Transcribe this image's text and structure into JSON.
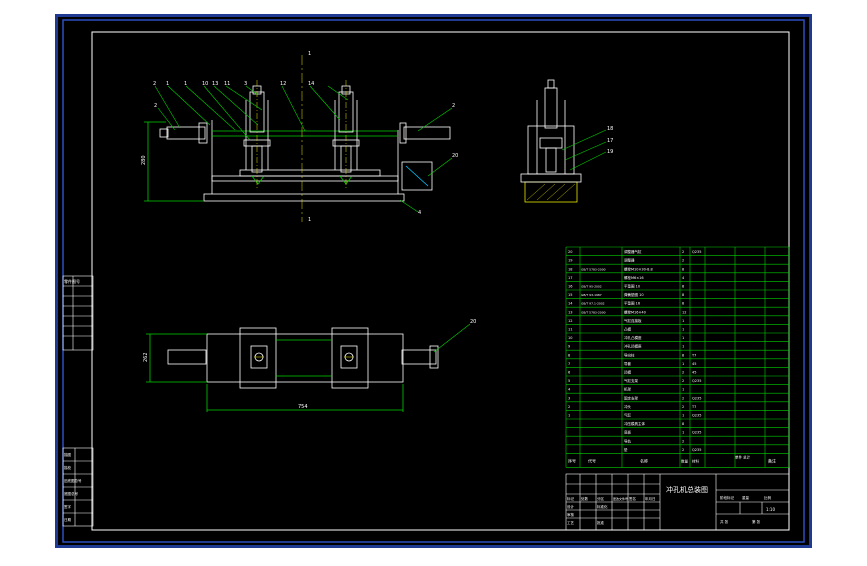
{
  "colors": {
    "page": "#ffffff",
    "frame_outer": "#1f3a93",
    "frame_inner": "#2b4fbf",
    "sheet": "#000000",
    "line": "#ffffff",
    "green": "#00d000",
    "cyan": "#00c8ff",
    "yellow": "#e8e800"
  },
  "front_view": {
    "part_numbers": [
      "2",
      "1",
      "1",
      "10",
      "13",
      "11",
      "3",
      "12",
      "14"
    ],
    "right_label": "2",
    "right_lower_label": "20",
    "base_label": "4",
    "height_dim": "280",
    "section_top": "1",
    "section_bottom": "1"
  },
  "side_view": {
    "labels": [
      "18",
      "17",
      "19"
    ]
  },
  "plan_view": {
    "height_dim": "262",
    "width_dim": "754",
    "callout": "20"
  },
  "left_strip": {
    "header": "零件图号",
    "lower_cells": [
      "描图",
      "描校",
      "旧底图总号",
      "底图总号",
      "签字",
      "日期"
    ]
  },
  "bom": {
    "rows": [
      {
        "no": "20",
        "code": "",
        "name": "调整器气缸",
        "qty": "2",
        "mat": "Q235"
      },
      {
        "no": "19",
        "code": "",
        "name": "调整器",
        "qty": "2",
        "mat": ""
      },
      {
        "no": "18",
        "code": "GB/T 5783-2000",
        "name": "螺栓M10×30-8.8",
        "qty": "8",
        "mat": ""
      },
      {
        "no": "17",
        "code": "",
        "name": "螺栓M6×16",
        "qty": "4",
        "mat": ""
      },
      {
        "no": "16",
        "code": "GB/T 95-2002",
        "name": "平垫圈 10",
        "qty": "8",
        "mat": ""
      },
      {
        "no": "15",
        "code": "GB/T 93-1987",
        "name": "弹簧垫圈 10",
        "qty": "8",
        "mat": ""
      },
      {
        "no": "14",
        "code": "GB/T 97.1-2002",
        "name": "平垫圈 16",
        "qty": "8",
        "mat": ""
      },
      {
        "no": "13",
        "code": "GB/T 5783-2000",
        "name": "螺栓M16×40",
        "qty": "12",
        "mat": ""
      },
      {
        "no": "12",
        "code": "",
        "name": "气缸连接板",
        "qty": "1",
        "mat": ""
      },
      {
        "no": "11",
        "code": "",
        "name": "凸模",
        "qty": "1",
        "mat": ""
      },
      {
        "no": "10",
        "code": "",
        "name": "冲孔凸模座 ",
        "qty": "1",
        "mat": ""
      },
      {
        "no": "9",
        "code": "",
        "name": "冲孔凹模座",
        "qty": "1",
        "mat": ""
      },
      {
        "no": "8",
        "code": "",
        "name": "导向柱",
        "qty": "8",
        "mat": "T7"
      },
      {
        "no": "7",
        "code": "",
        "name": "导套",
        "qty": "1",
        "mat": "45"
      },
      {
        "no": "6",
        "code": "",
        "name": "凹模",
        "qty": "2",
        "mat": "45"
      },
      {
        "no": "5",
        "code": "",
        "name": "气缸支架",
        "qty": "2",
        "mat": "Q235"
      },
      {
        "no": "4",
        "code": "",
        "name": "机架",
        "qty": "1",
        "mat": ""
      },
      {
        "no": "3",
        "code": "",
        "name": "固定支架",
        "qty": "2",
        "mat": "Q235"
      },
      {
        "no": "2",
        "code": "",
        "name": "冲头",
        "qty": "2",
        "mat": "T7"
      },
      {
        "no": "1",
        "code": "",
        "name": "气缸",
        "qty": "1",
        "mat": "Q235"
      },
      {
        "no": "",
        "code": "",
        "name": "冲压模具主体",
        "qty": "8",
        "mat": ""
      },
      {
        "no": "",
        "code": "",
        "name": "底板",
        "qty": "1",
        "mat": "Q235"
      },
      {
        "no": "",
        "code": "",
        "name": "导轨",
        "qty": "2",
        "mat": ""
      },
      {
        "no": "",
        "code": "",
        "name": "垫",
        "qty": "2",
        "mat": "Q235"
      }
    ],
    "header": {
      "no": "序号",
      "code": "代号",
      "name": "名称",
      "qty": "数量",
      "mat": "材料",
      "weight": "单件 总计",
      "remark": "备注"
    }
  },
  "title_block": {
    "drawing_name": "冲孔机总装图",
    "cells": [
      "标记",
      "处数",
      "分区",
      "更改文件号",
      "签名",
      "年月日",
      "设计",
      "标准化",
      "审核",
      "工艺",
      "批准"
    ],
    "right_labels": [
      "阶段标记",
      "重量",
      "比例"
    ],
    "sheet_info": [
      "共 张",
      "第 张"
    ],
    "scale": "1:10"
  }
}
